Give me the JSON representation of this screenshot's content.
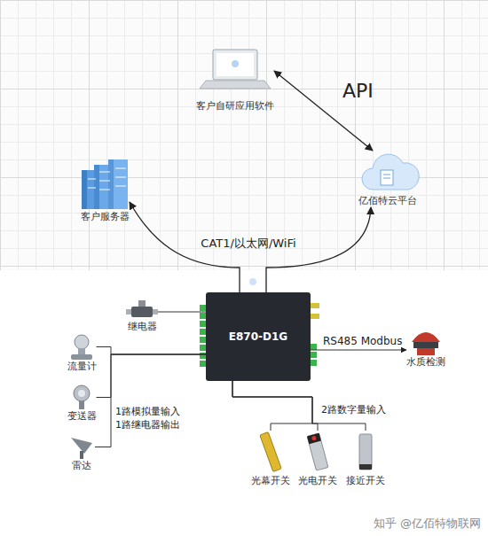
{
  "diagram": {
    "nodes": [
      {
        "text": [
          "客户自研应用软件"
        ]
      },
      {
        "text": [
          "客户服务器"
        ]
      },
      {
        "text": [
          "亿佰特云平台"
        ]
      },
      {
        "text": [
          "E870-D1G"
        ]
      },
      {
        "text": [
          "继电器"
        ]
      },
      {
        "text": [
          "流量计"
        ]
      },
      {
        "text": [
          "变送器"
        ]
      },
      {
        "text": [
          "雷达"
        ]
      },
      {
        "text": [
          "水质检测"
        ]
      },
      {
        "text": [
          "光幕开关"
        ]
      },
      {
        "text": [
          "光电开关"
        ]
      },
      {
        "text": [
          "接近开关"
        ]
      }
    ],
    "edges": [
      {
        "from": 0,
        "to": 2,
        "arrow": "both",
        "label": "API"
      },
      {
        "from": 3,
        "to": 1,
        "arrow": "to"
      },
      {
        "from": 3,
        "to": 2,
        "arrow": "to"
      },
      {
        "from": 4,
        "to": 3,
        "arrow": "none"
      },
      {
        "from": 5,
        "to": 3,
        "arrow": "none"
      },
      {
        "from": 6,
        "to": 3,
        "arrow": "none"
      },
      {
        "from": 7,
        "to": 3,
        "arrow": "none"
      },
      {
        "from": 3,
        "to": 8,
        "arrow": "to",
        "label": "RS485 Modbus"
      },
      {
        "from": 3,
        "to": 9,
        "arrow": "none"
      },
      {
        "from": 3,
        "to": 10,
        "arrow": "none"
      },
      {
        "from": 3,
        "to": 11,
        "arrow": "none"
      }
    ],
    "labels": [
      "CAT1/以太网/WiFi",
      "1路模拟量输入",
      "1路继电器输出",
      "2路数字量输入",
      "知乎 @亿佰特物联网"
    ]
  }
}
